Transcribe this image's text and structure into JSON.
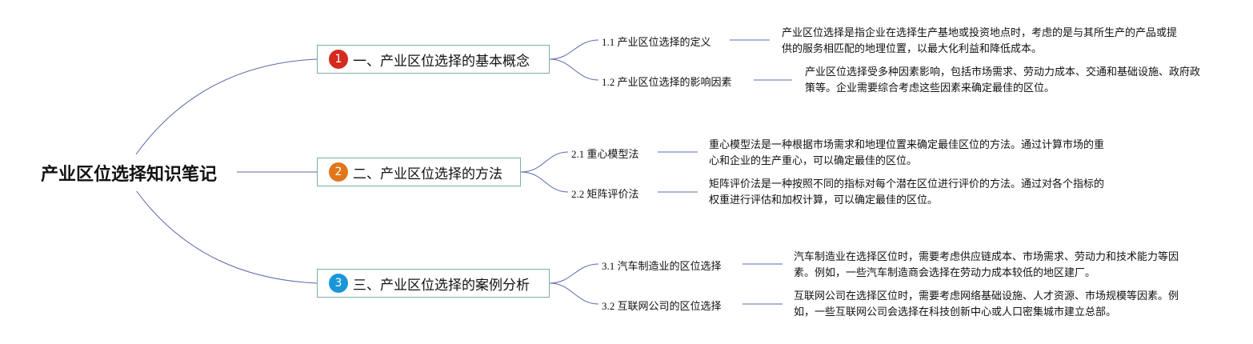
{
  "root": {
    "title": "产业区位选择知识笔记"
  },
  "colors": {
    "line": "#5a6aa8",
    "border": "#7ab0a6",
    "num1": "#d42b1e",
    "num2": "#e2761b",
    "num3": "#1a96d8"
  },
  "branches": [
    {
      "number": "1",
      "title": "一、产业区位选择的基本概念",
      "children": [
        {
          "label": "1.1 产业区位选择的定义",
          "description": "产业区位选择是指企业在选择生产基地或投资地点时，考虑的是与其所生产的产品或提供的服务相匹配的地理位置，以最大化利益和降低成本。"
        },
        {
          "label": "1.2 产业区位选择的影响因素",
          "description": "产业区位选择受多种因素影响，包括市场需求、劳动力成本、交通和基础设施、政府政策等。企业需要综合考虑这些因素来确定最佳的区位。"
        }
      ]
    },
    {
      "number": "2",
      "title": "二、产业区位选择的方法",
      "children": [
        {
          "label": "2.1 重心模型法",
          "description": "重心模型法是一种根据市场需求和地理位置来确定最佳区位的方法。通过计算市场的重心和企业的生产重心，可以确定最佳的区位。"
        },
        {
          "label": "2.2 矩阵评价法",
          "description": "矩阵评价法是一种按照不同的指标对每个潜在区位进行评价的方法。通过对各个指标的权重进行评估和加权计算，可以确定最佳的区位。"
        }
      ]
    },
    {
      "number": "3",
      "title": "三、产业区位选择的案例分析",
      "children": [
        {
          "label": "3.1 汽车制造业的区位选择",
          "description": "汽车制造业在选择区位时，需要考虑供应链成本、市场需求、劳动力和技术能力等因素。例如，一些汽车制造商会选择在劳动力成本较低的地区建厂。"
        },
        {
          "label": "3.2 互联网公司的区位选择",
          "description": "互联网公司在选择区位时，需要考虑网络基础设施、人才资源、市场规模等因素。例如，一些互联网公司会选择在科技创新中心或人口密集城市建立总部。"
        }
      ]
    }
  ]
}
